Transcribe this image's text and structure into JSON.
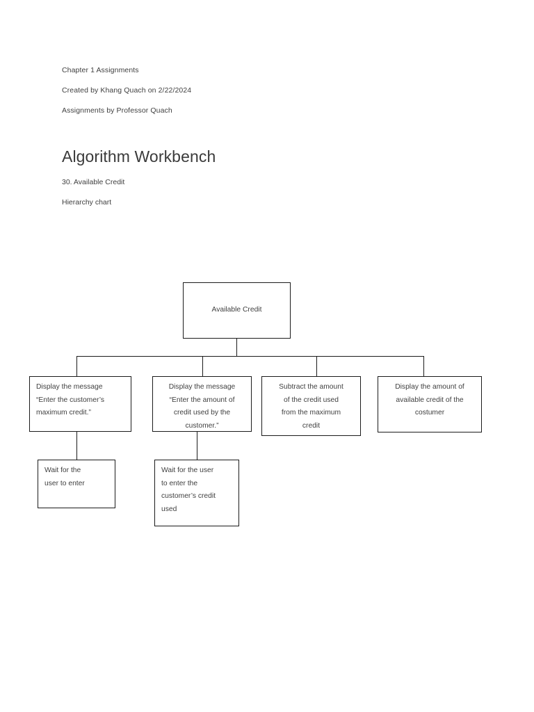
{
  "document": {
    "header_lines": [
      "Chapter 1 Assignments",
      "Created by Khang Quach on 2/22/2024",
      "Assignments by Professor Quach"
    ],
    "title": "Algorithm Workbench",
    "problem": "30. Available Credit",
    "chart_kind": "Hierarchy chart"
  },
  "chart_data": {
    "type": "diagram",
    "diagram_kind": "hierarchy-chart",
    "title": "Available Credit",
    "nodes": [
      {
        "id": "root",
        "level": 0,
        "align": "center",
        "lines": [
          "Available Credit"
        ],
        "text": "Available Credit"
      },
      {
        "id": "child1",
        "level": 1,
        "align": "left",
        "lines": [
          "Display the message",
          "“Enter the customer’s",
          "maximum credit.”"
        ],
        "text": "Display the message “Enter the customer’s maximum credit.”"
      },
      {
        "id": "child2",
        "level": 1,
        "align": "center",
        "lines": [
          "Display the message",
          "“Enter the amount of",
          "credit used by the",
          "customer.”"
        ],
        "text": "Display the message “Enter the amount of credit used by the customer.”"
      },
      {
        "id": "child3",
        "level": 1,
        "align": "center",
        "lines": [
          "Subtract the amount",
          "of the credit used",
          "from the maximum",
          "credit"
        ],
        "text": "Subtract the amount of the credit used from the maximum credit"
      },
      {
        "id": "child4",
        "level": 1,
        "align": "center",
        "lines": [
          "Display the amount of",
          "available credit of the",
          "costumer"
        ],
        "text": "Display the amount of available credit of the costumer"
      },
      {
        "id": "leaf1",
        "level": 2,
        "align": "left",
        "parent": "child1",
        "lines": [
          "Wait for the",
          "user to enter"
        ],
        "text": "Wait for the user to enter"
      },
      {
        "id": "leaf2",
        "level": 2,
        "align": "left",
        "parent": "child2",
        "lines": [
          "Wait for the user",
          "to enter the",
          "customer’s credit",
          "used"
        ],
        "text": "Wait for the user to enter the customer’s credit used"
      }
    ],
    "edges": [
      {
        "from": "root",
        "to": "child1"
      },
      {
        "from": "root",
        "to": "child2"
      },
      {
        "from": "root",
        "to": "child3"
      },
      {
        "from": "root",
        "to": "child4"
      },
      {
        "from": "child1",
        "to": "leaf1"
      },
      {
        "from": "child2",
        "to": "leaf2"
      }
    ],
    "colors": {
      "box_border": "#1a1a1a",
      "box_fill": "#ffffff",
      "text": "#3f3f3f",
      "connector": "#1a1a1a"
    }
  }
}
